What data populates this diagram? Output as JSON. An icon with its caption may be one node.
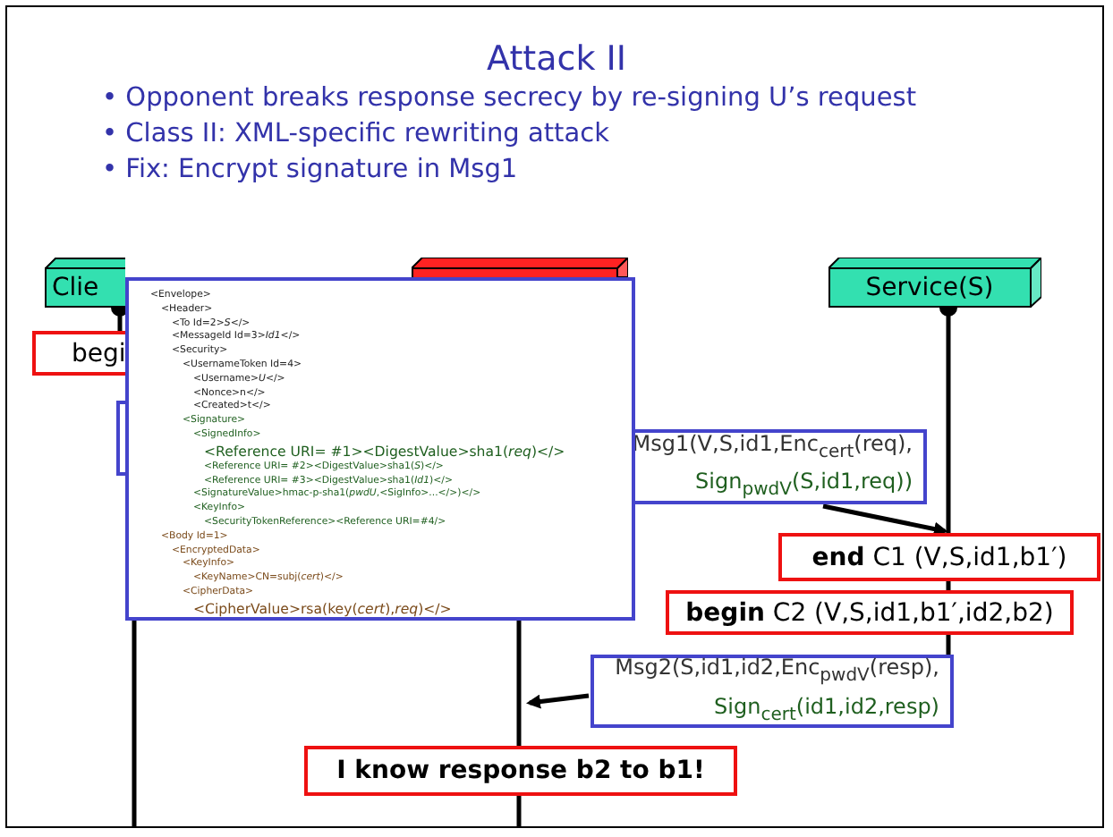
{
  "diagram": {
    "title": "Attack II",
    "nodes": [
      {
        "text": [
          "Clie"
        ]
      },
      {
        "text": [],
        "shape": "box"
      },
      {
        "text": [
          "Service(S)"
        ]
      },
      {
        "text": [
          "begi"
        ]
      },
      {
        "text": [],
        "shape": "box"
      },
      {
        "text": [
          "<Envelope>",
          "<Header>",
          "<To Id=2>*S*</>",
          "<MessageId Id=3>*Id1*</>",
          "<Security>",
          "<UsernameToken Id=4>",
          "<Username>*U*</>",
          "<Nonce>n</>",
          "<Created>t</>",
          "<Signature>",
          "<SignedInfo>",
          "<Reference URI= #1><DigestValue>sha1(*req*)</>",
          "<Reference URI= #2><DigestValue>sha1(*S*)</>",
          "<Reference URI= #3><DigestValue>sha1(*Id1*)</>",
          "<SignatureValue>hmac-p-sha1(*pwdU*,<SigInfo>...</>)</>",
          "<KeyInfo>",
          "<SecurityTokenReference><Reference URI=#4/>",
          "<Body Id=1>",
          "<EncryptedData>",
          "<KeyInfo>",
          "<KeyName>CN=subj(*cert*)</>",
          "<CipherData>",
          "<CipherValue>rsa(key(*cert*),*req*)</>"
        ]
      },
      {
        "text": [
          "Msg1(V,S,id1,Enc$_{cert}$(req),",
          "Sign$_{pwdV}$(S,id1,req))"
        ]
      },
      {
        "text": [
          "**end** C1 (V,S,id1,b1′)"
        ]
      },
      {
        "text": [
          "**begin** C2 (V,S,id1,b1′,id2,b2)"
        ]
      },
      {
        "text": [
          "Msg2(S,id1,id2,Enc$_{pwdV}$(resp),",
          "Sign$_{cert}$(id1,id2,resp)"
        ]
      },
      {
        "text": [
          "I know response b2 to b1!"
        ]
      }
    ],
    "edges": [
      {
        "from": 0,
        "to": 3,
        "arrow": "other"
      },
      {
        "from": 2,
        "to": 7,
        "arrow": "other"
      },
      {
        "from": 7,
        "to": 8,
        "arrow": "none"
      },
      {
        "from": 8,
        "to": 9,
        "arrow": "none"
      },
      {
        "from": 6,
        "to": 7,
        "arrow": "to"
      },
      {
        "from": 9,
        "to": 10,
        "arrow": "to"
      },
      {
        "from": 5,
        "to": 10,
        "arrow": "none"
      }
    ],
    "labels": [
      "• Opponent breaks response secrecy by re-signing U’s request",
      "• Class II: XML-specific rewriting attack",
      "• Fix: Encrypt signature in Msg1"
    ]
  }
}
